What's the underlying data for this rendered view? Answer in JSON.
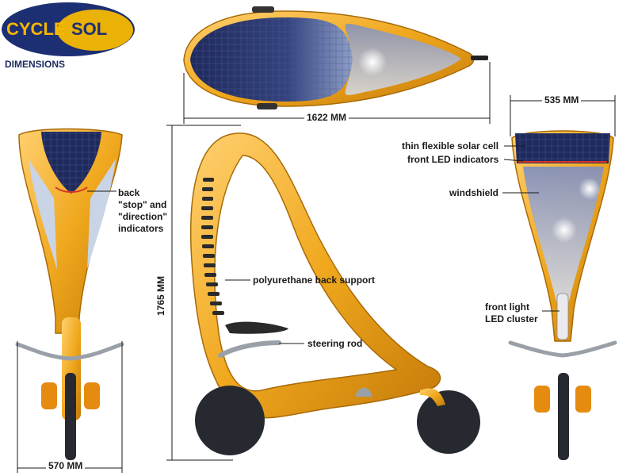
{
  "logo": {
    "word1": "CYCLE",
    "word2": "SOL",
    "subtitle": "DIMENSIONS",
    "colors": {
      "oval": "#1d2f73",
      "text": "#f5b800",
      "outline": "#ffffff"
    }
  },
  "dimensions": {
    "length": "1622 MM",
    "height": "1765 MM",
    "rear_width": "570 MM",
    "front_width": "535 MM"
  },
  "callouts": {
    "back_indicators": [
      "back",
      "\"stop\" and",
      "\"direction\"",
      "indicators"
    ],
    "back_support": "polyurethane back support",
    "steering_rod": "steering rod",
    "solar_cell": "thin flexible solar cell",
    "front_led": "front LED indicators",
    "windshield": "windshield",
    "front_light": [
      "front light",
      "LED cluster"
    ]
  },
  "colors": {
    "body": "#f0a81e",
    "body_dark": "#c9800a",
    "solar": "#27356f",
    "glass": "#c9d4e6",
    "tire": "#262a30",
    "line": "#1a1a1a"
  }
}
